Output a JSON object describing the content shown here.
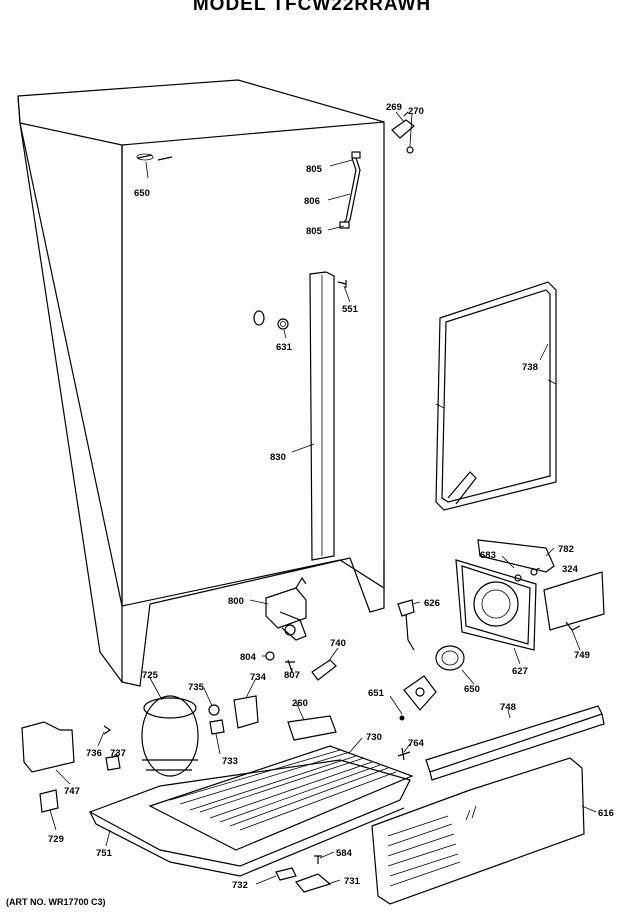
{
  "title": "MODEL TFCW22RRAWH",
  "art_no": "(ART NO. WR17700 C3)",
  "parts": {
    "p269": "269",
    "p270": "270",
    "p805a": "805",
    "p806": "806",
    "p805b": "805",
    "p650": "650",
    "p551": "551",
    "p631": "631",
    "p738": "738",
    "p830": "830",
    "p800": "800",
    "p626": "626",
    "p683": "683",
    "p782": "782",
    "p324": "324",
    "p749": "749",
    "p627": "627",
    "p804": "804",
    "p807": "807",
    "p740": "740",
    "p650b": "650",
    "p651": "651",
    "p725": "725",
    "p735": "735",
    "p734": "734",
    "p260": "260",
    "p730": "730",
    "p748": "748",
    "p764": "764",
    "p736": "736",
    "p737": "737",
    "p733": "733",
    "p747": "747",
    "p616": "616",
    "p729": "729",
    "p751": "751",
    "p584": "584",
    "p732": "732",
    "p731": "731"
  }
}
